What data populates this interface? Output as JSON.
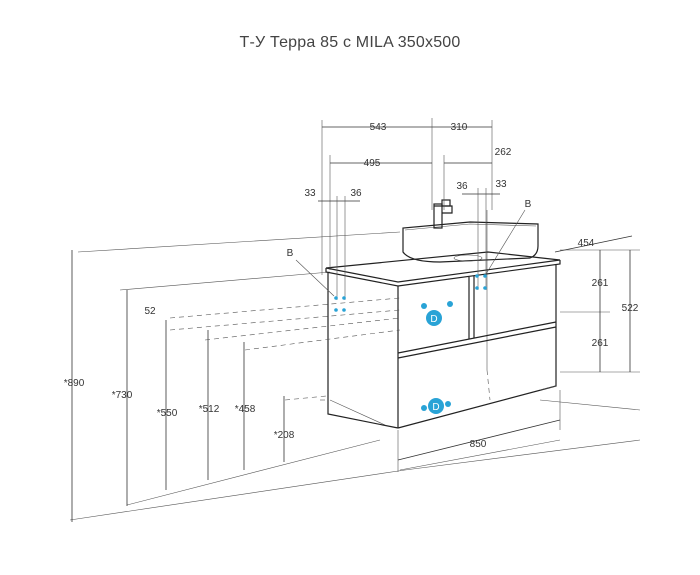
{
  "title": "Т-У Терра 85 с MILA 350x500",
  "colors": {
    "line": "#333333",
    "accent": "#29a3d6"
  },
  "dimensions": {
    "d543": "543",
    "d310": "310",
    "d495": "495",
    "d262": "262",
    "d33_left": "33",
    "d36_left": "36",
    "d36_right": "36",
    "d33_right": "33",
    "d454": "454",
    "d261_top": "261",
    "d522": "522",
    "d261_bottom": "261",
    "d52": "52",
    "d850": "850",
    "h890": "*890",
    "h730": "*730",
    "h550": "*550",
    "h512": "*512",
    "h458": "*458",
    "h208": "*208"
  },
  "markers": {
    "b_left": "B",
    "b_right": "B",
    "d_upper": "D",
    "d_lower": "D"
  }
}
